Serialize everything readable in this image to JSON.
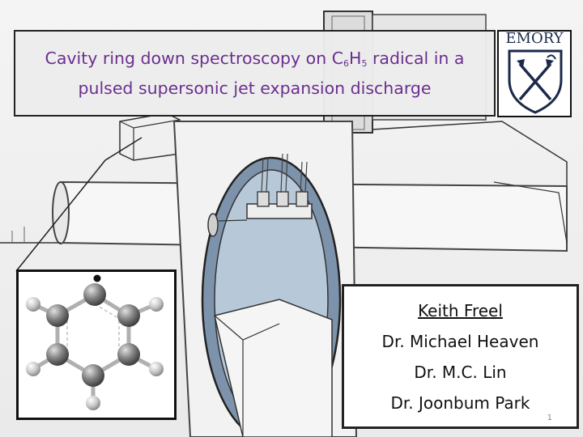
{
  "slide": {
    "title_line1_prefix": "Cavity ring down spectroscopy on C",
    "title_sub1": "6",
    "title_mid": "H",
    "title_sub2": "5",
    "title_line1_suffix": " radical in a",
    "title_line2": "pulsed supersonic jet expansion discharge",
    "logo_text": "EMORY",
    "authors": [
      "Keith Freel",
      "Dr. Michael Heaven",
      "Dr. M.C. Lin",
      "Dr. Joonbum Park"
    ],
    "slide_number": "1"
  },
  "colors": {
    "title_text": "#6b2f8f",
    "logo_navy": "#1b2a4a",
    "accent_border": "#111111"
  },
  "icons": {
    "logo": "emory-shield-torch-logo",
    "molecule": "phenyl-radical-ball-and-stick"
  }
}
